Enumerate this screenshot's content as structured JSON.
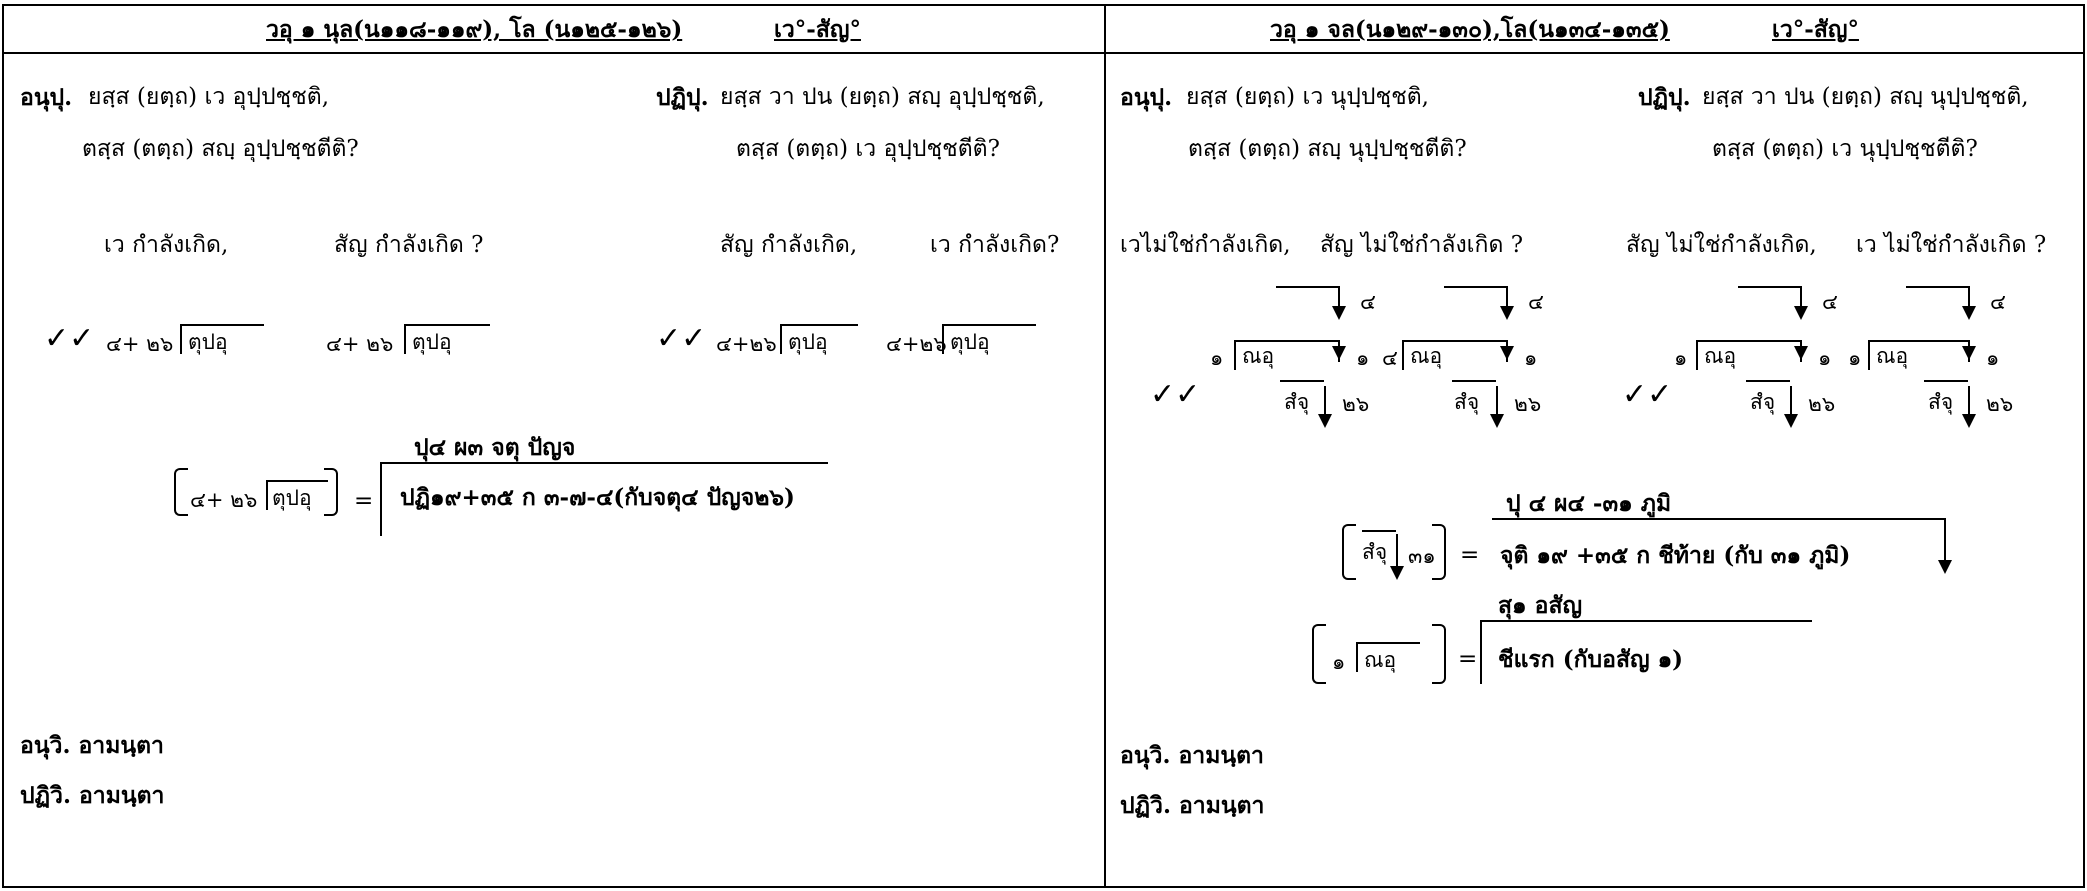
{
  "left": {
    "header": {
      "title": "วอุ ๑ นุล(น๑๑๘-๑๑๙), โล (น๑๒๕-๑๒๖)",
      "tag": "เว°-สัญ°"
    },
    "anu": {
      "label": "อนุปุ.",
      "line1": "ยสฺส (ยตฺถ)  เว  อุปฺปชฺชติ,",
      "line2": "ตสฺส (ตตฺถ)  สญฺ  อุปฺปชฺชตีติ?"
    },
    "pati": {
      "label": "ปฏิปุ.",
      "line1": "ยสฺส วา ปน (ยตฺถ)  สญฺ  อุปฺปชฺชติ,",
      "line2": "ตสฺส (ตตฺถ) เว  อุปฺปชฺชตีติ?"
    },
    "q_left": {
      "a": "เว  กำลังเกิด,",
      "b": "สัญ  กำลังเกิด ?"
    },
    "q_right": {
      "a": "สัญ  กำลังเกิด,",
      "b": "เว  กำลังเกิด?"
    },
    "checks": "✓✓",
    "boxes": [
      {
        "pre": "๔+ ๒๖",
        "box": "ตุปอุ"
      },
      {
        "pre": "๔+ ๒๖",
        "box": "ตุปอุ"
      },
      {
        "pre": "๔+๒๖",
        "box": "ตุปอุ"
      },
      {
        "pre": "๔+๒๖",
        "box": "ตุปอุ"
      }
    ],
    "formula": {
      "pre": "๔+ ๒๖",
      "box": "ตุปอุ",
      "eq": "=",
      "top": "ปุ๔ ผ๓ จตุ ปัญจ",
      "bottom": "ปฏิ๑๙+๓๕ ก ๓-๗-๔(กับจตุ๔ ปัญจ๒๖)"
    },
    "footer": {
      "line1": "อนุวิ. อามนฺตา",
      "line2": "ปฏิวิ. อามนฺตา"
    }
  },
  "right": {
    "header": {
      "title": "วอุ ๑ จล(น๑๒๙-๑๓๐),โล(น๑๓๔-๑๓๕)",
      "tag": "เว°-สัญ°"
    },
    "anu": {
      "label": "อนุปุ.",
      "line1": "ยสฺส (ยตฺถ)  เว  นุปฺปชฺชติ,",
      "line2": "ตสฺส (ตตฺถ)  สญฺ  นุปฺปชฺชตีติ?"
    },
    "pati": {
      "label": "ปฏิปุ.",
      "line1": "ยสฺส วา ปน (ยตฺถ)  สญฺ  นุปฺปชฺชติ,",
      "line2": "ตสฺส (ตตฺถ)  เว  นุปฺปชฺชตีติ?"
    },
    "q_left": {
      "a": "เวไม่ใช่กำลังเกิด,",
      "b": "สัญ  ไม่ใช่กำลังเกิด ?"
    },
    "q_right": {
      "a": "สัญ  ไม่ใช่กำลังเกิด,",
      "b": "เว  ไม่ใช่กำลังเกิด ?"
    },
    "checks": "✓✓",
    "diagrams": [
      {
        "top": "๔",
        "pre": "๑",
        "box": "ณอุ",
        "mid": "๑",
        "bottom": "สํจุ",
        "num": "๒๖"
      },
      {
        "top": "๔",
        "pre": "๔",
        "box": "ณอุ",
        "mid": "๑",
        "bottom": "สํจุ",
        "num": "๒๖"
      },
      {
        "top": "๔",
        "pre": "๑",
        "box": "ณอุ",
        "mid": "๑",
        "bottom": "สํจุ",
        "num": "๒๖"
      },
      {
        "top": "๔",
        "pre": "๑",
        "box": "ณอุ",
        "mid": "๑",
        "bottom": "สํจุ",
        "num": "๒๖"
      }
    ],
    "formula1": {
      "box": "สํจุ",
      "num": "๓๑",
      "eq": "=",
      "top": "ปุ ๔ ผ๔ -๓๑ ภูมิ",
      "bottom": "จุติ ๑๙ +๓๕ ก ชีท้าย (กับ ๓๑ ภูมิ)"
    },
    "formula2": {
      "pre": "๑",
      "box": "ณอุ",
      "eq": "=",
      "top": "สุ๑ อสัญ",
      "bottom": "ชีแรก (กับอสัญ ๑)"
    },
    "footer": {
      "line1": "อนุวิ. อามนฺตา",
      "line2": "ปฏิวิ. อามนฺตา"
    }
  }
}
